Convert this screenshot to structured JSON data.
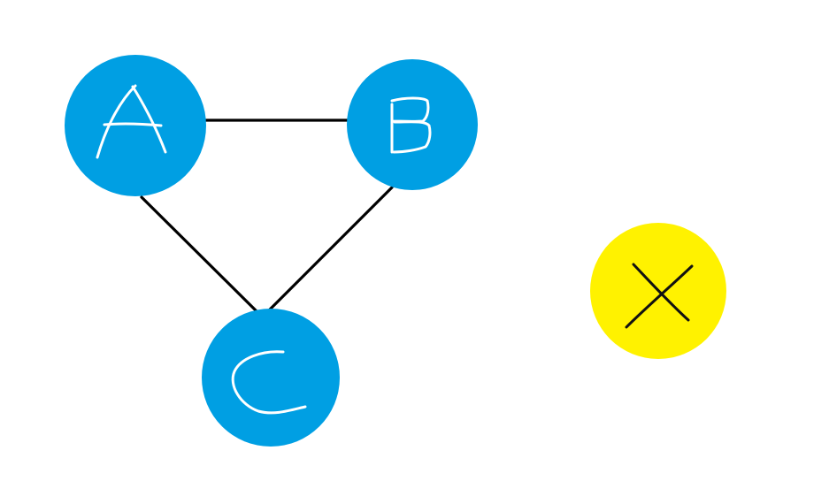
{
  "diagram": {
    "colors": {
      "background": "#ffffff",
      "edge": "#000000",
      "node_blue": "#009fe3",
      "node_yellow": "#fff200",
      "label_white": "#ffffff",
      "label_black": "#111111"
    },
    "nodes": [
      {
        "id": "A",
        "label": "A",
        "color": "blue"
      },
      {
        "id": "B",
        "label": "B",
        "color": "blue"
      },
      {
        "id": "C",
        "label": "C",
        "color": "blue"
      },
      {
        "id": "X",
        "label": "X",
        "color": "yellow"
      }
    ],
    "edges": [
      {
        "from": "A",
        "to": "B"
      },
      {
        "from": "A",
        "to": "C"
      },
      {
        "from": "B",
        "to": "C"
      }
    ]
  }
}
